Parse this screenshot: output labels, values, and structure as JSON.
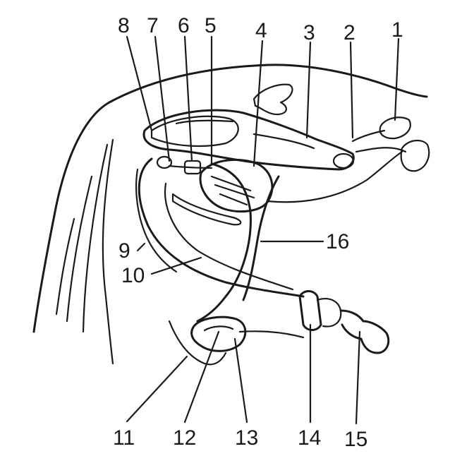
{
  "labels": {
    "n1": "1",
    "n2": "2",
    "n3": "3",
    "n4": "4",
    "n5": "5",
    "n6": "6",
    "n7": "7",
    "n8": "8",
    "n9": "9",
    "n10": "10",
    "n11": "11",
    "n12": "12",
    "n13": "13",
    "n14": "14",
    "n15": "15",
    "n16": "16"
  }
}
